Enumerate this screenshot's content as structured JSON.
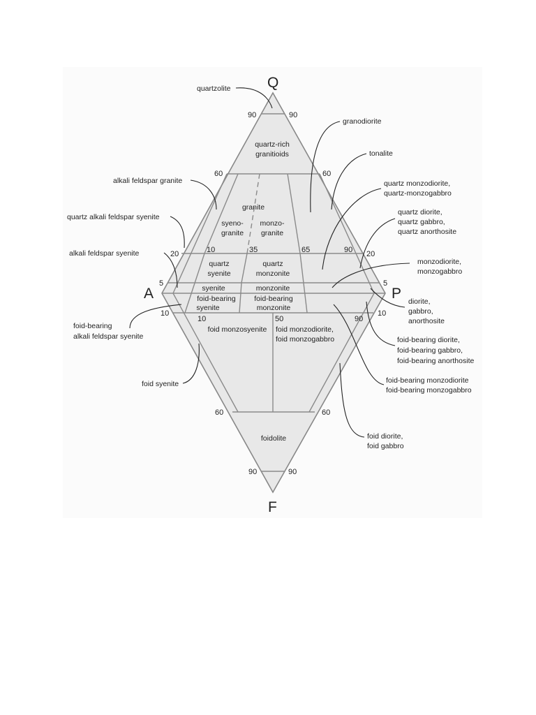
{
  "apices": {
    "Q": "Q",
    "A": "A",
    "P": "P",
    "F": "F"
  },
  "ticks": {
    "q90_left": "90",
    "q90_right": "90",
    "q60_left": "60",
    "q60_right": "60",
    "q20_left": "20",
    "q20_right": "20",
    "q5_left": "5",
    "q5_right": "5",
    "f10_left": "10",
    "f10_right": "10",
    "f60_left": "60",
    "f60_right": "60",
    "f90_left": "90",
    "f90_right": "90",
    "p10_upper": "10",
    "p35_upper": "35",
    "p65_upper": "65",
    "p90_upper": "90",
    "p10_lower": "10",
    "p50_lower": "50",
    "p90_lower": "90"
  },
  "fields": {
    "quartz_rich_1": "quartz-rich",
    "quartz_rich_2": "granitioids",
    "granite": "granite",
    "syeno_1": "syeno-",
    "syeno_2": "granite",
    "monzo_1": "monzo-",
    "monzo_2": "granite",
    "qsyenite_1": "quartz",
    "qsyenite_2": "syenite",
    "qmonzonite_1": "quartz",
    "qmonzonite_2": "monzonite",
    "syenite": "syenite",
    "monzonite": "monzonite",
    "fb_syenite_1": "foid-bearing",
    "fb_syenite_2": "syenite",
    "fb_monzonite_1": "foid-bearing",
    "fb_monzonite_2": "monzonite",
    "foid_monzosyenite": "foid monzosyenite",
    "foid_monzodiorite_1": "foid monzodiorite,",
    "foid_monzodiorite_2": "foid monzogabbro",
    "foidolite": "foidolite"
  },
  "callouts": {
    "quartzolite": "quartzolite",
    "granodiorite": "granodiorite",
    "tonalite": "tonalite",
    "alkali_feldspar_granite": "alkali feldspar granite",
    "quartz_monzodiorite_1": "quartz monzodiorite,",
    "quartz_monzodiorite_2": "quartz-monzogabbro",
    "quartz_alkali_feldspar_syenite": "quartz alkali feldspar syenite",
    "quartz_diorite_1": "quartz diorite,",
    "quartz_diorite_2": "quartz gabbro,",
    "quartz_diorite_3": "quartz anorthosite",
    "alkali_feldspar_syenite": "alkali feldspar syenite",
    "monzodiorite_1": "monzodiorite,",
    "monzodiorite_2": "monzogabbro",
    "diorite_1": "diorite,",
    "diorite_2": "gabbro,",
    "diorite_3": "anorthosite",
    "fb_alkali_syenite_1": "foid-bearing",
    "fb_alkali_syenite_2": "alkali feldspar syenite",
    "fb_diorite_1": "foid-bearing diorite,",
    "fb_diorite_2": "foid-bearing gabbro,",
    "fb_diorite_3": "foid-bearing anorthosite",
    "foid_syenite": "foid syenite",
    "fb_monzodiorite_1": "foid-bearing monzodiorite",
    "fb_monzodiorite_2": "foid-bearing monzogabbro",
    "foid_diorite_1": "foid diorite,",
    "foid_diorite_2": "foid gabbro"
  }
}
